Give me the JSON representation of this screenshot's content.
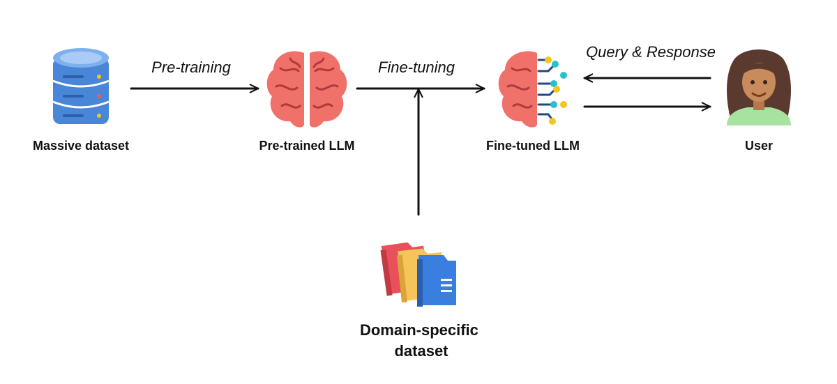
{
  "nodes": {
    "massive_dataset": {
      "label": "Massive dataset",
      "icon": "database-icon"
    },
    "pretrained_llm": {
      "label": "Pre-trained LLM",
      "icon": "brain-icon"
    },
    "finetuned_llm": {
      "label": "Fine-tuned LLM",
      "icon": "ai-brain-icon"
    },
    "user": {
      "label": "User",
      "icon": "user-avatar-icon"
    },
    "domain_dataset": {
      "label_line1": "Domain-specific",
      "label_line2": "dataset",
      "icon": "folders-icon"
    }
  },
  "edges": {
    "pretraining": {
      "label": "Pre-training"
    },
    "finetuning": {
      "label": "Fine-tuning"
    },
    "query_response": {
      "label": "Query & Response"
    }
  },
  "colors": {
    "database": "#4a86d8",
    "brain": "#f0706a",
    "circuit_yellow": "#f5c518",
    "circuit_teal": "#27c1c9",
    "skin": "#c98a5c",
    "hair": "#5a3a2e",
    "shirt": "#a6e2a0",
    "folder_red": "#e8505a",
    "folder_yellow": "#f5c55a",
    "folder_blue": "#3a7fe0"
  }
}
